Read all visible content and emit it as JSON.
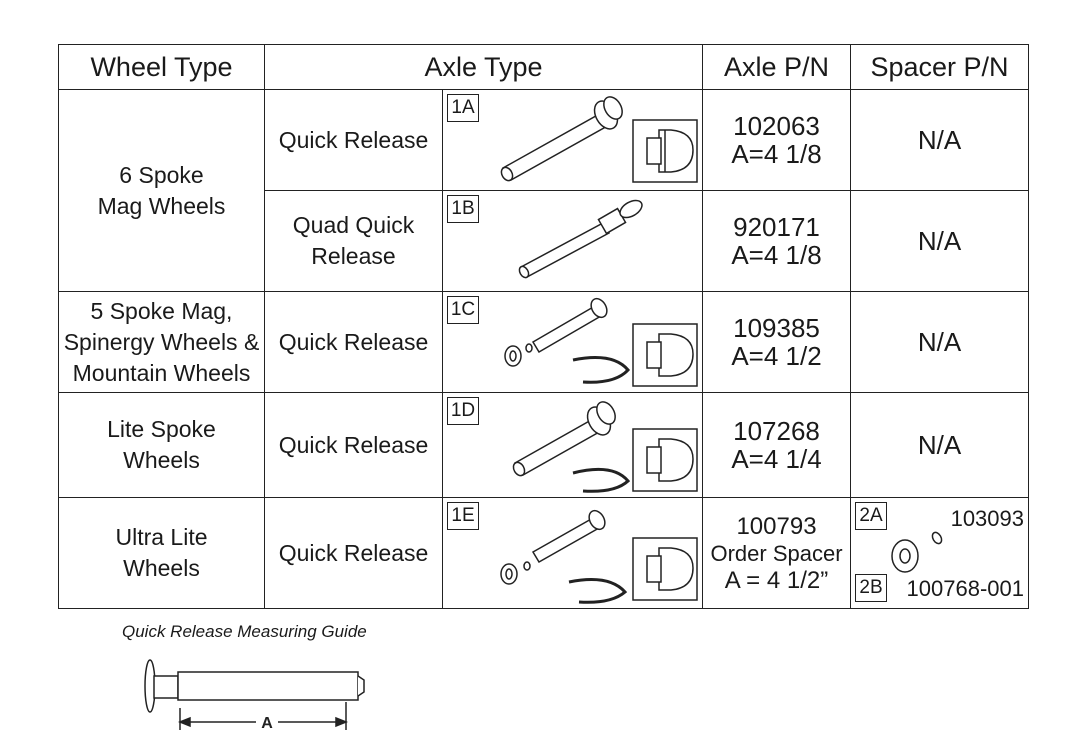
{
  "headers": [
    "Wheel Type",
    "Axle Type",
    "Axle P/N",
    "Spacer P/N"
  ],
  "rows": [
    {
      "axle_type": "Quick Release",
      "tag": "1A",
      "pn": "102063",
      "dim": "A=4 1/8",
      "spacer": "N/A"
    },
    {
      "axle_type": "Quad Quick Release",
      "tag": "1B",
      "pn": "920171",
      "dim": "A=4 1/8",
      "spacer": "N/A"
    },
    {
      "axle_type": "Quick Release",
      "tag": "1C",
      "pn": "109385",
      "dim": "A=4 1/2",
      "spacer": "N/A"
    },
    {
      "axle_type": "Quick Release",
      "tag": "1D",
      "pn": "107268",
      "dim": "A=4 1/4",
      "spacer": "N/A"
    },
    {
      "axle_type": "Quick Release",
      "tag": "1E",
      "pn": "100793",
      "order": "Order Spacer",
      "dim": "A = 4 1/2”"
    }
  ],
  "wheel_types": {
    "w1": "6 Spoke Mag Wheels",
    "w2": "5 Spoke Mag, Spinergy Wheels & Mountain Wheels",
    "w3": "Lite Spoke Wheels",
    "w4": "Ultra Lite Wheels"
  },
  "spacer_parts": {
    "tag_a": "2A",
    "num_a": "103093",
    "tag_b": "2B",
    "num_b": "100768-001"
  },
  "guide": {
    "caption": "Quick Release Measuring Guide",
    "dimension_label": "A"
  }
}
